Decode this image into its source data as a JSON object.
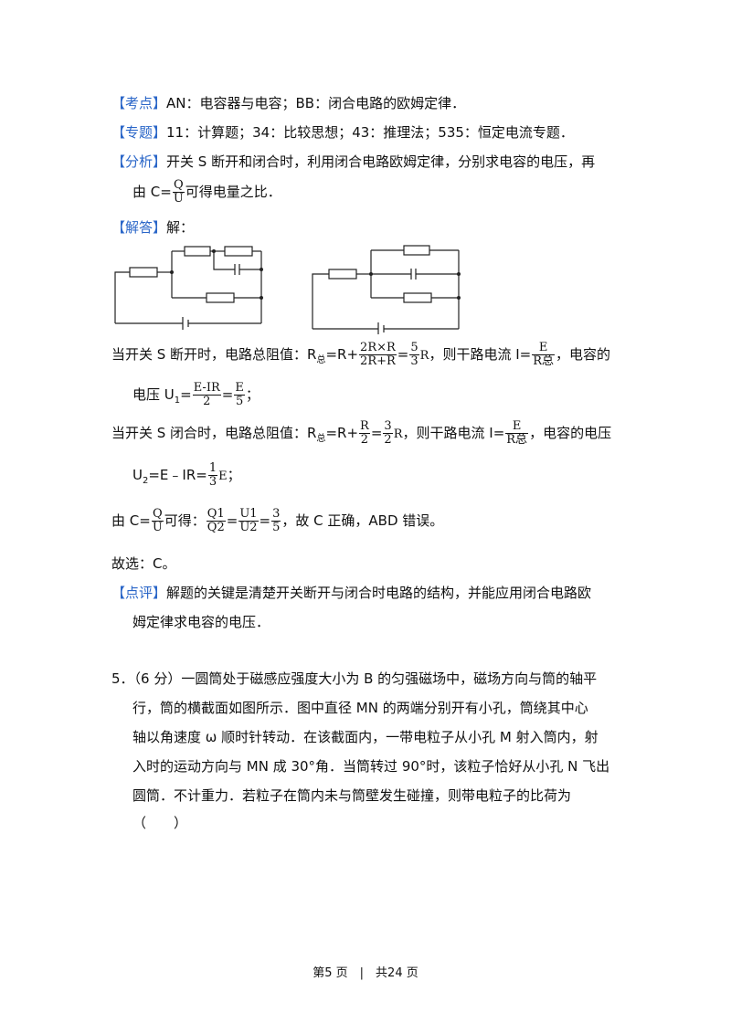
{
  "section1": {
    "kaodian_tag": "【考点】",
    "kaodian_text": "AN：电容器与电容；BB：闭合电路的欧姆定律．",
    "zhuanti_tag": "【专题】",
    "zhuanti_text": "11：计算题；34：比较思想；43：推理法；535：恒定电流专题．",
    "fenxi_tag": "【分析】",
    "fenxi_text": "开关 S 断开和闭合时，利用闭合电路欧姆定律，分别求电容的电压，再",
    "fenxi_line2_pre": "由 C=",
    "fenxi_frac_num": "Q",
    "fenxi_frac_den": "U",
    "fenxi_line2_post": "可得电量之比．",
    "jieda_tag": "【解答】",
    "jieda_text": "解：",
    "open_pre": "当开关 S 断开时，电路总阻值：R",
    "open_sub": "总",
    "open_eq1": "=R+",
    "open_frac1_num": "2R×R",
    "open_frac1_den": "2R+R",
    "open_eq2": "=",
    "open_frac2_num": "5",
    "open_frac2_den": "3",
    "open_r": "R",
    "open_mid": "，则干路电流 I=",
    "open_frac3_num": "E",
    "open_frac3_den": "R总",
    "open_post": "，电容的",
    "open2_pre": "电压 U",
    "open2_sub": "1",
    "open2_eq": "=",
    "open2_frac1_num": "E-IR",
    "open2_frac1_den": "2",
    "open2_eq2": "=",
    "open2_frac2_num": "E",
    "open2_frac2_den": "5",
    "open2_post": "；",
    "close_pre": "当开关 S 闭合时，电路总阻值：R",
    "close_sub": "总",
    "close_eq1": "=R+",
    "close_frac1_num": "R",
    "close_frac1_den": "2",
    "close_eq2": "=",
    "close_frac2_num": "3",
    "close_frac2_den": "2",
    "close_r": "R",
    "close_mid": "，则干路电流 I=",
    "close_frac3_num": "E",
    "close_frac3_den": "R总",
    "close_post": "，电容的电压",
    "close2_pre": "U",
    "close2_sub": "2",
    "close2_eq": "=E﹣IR=",
    "close2_frac_num": "1",
    "close2_frac_den": "3",
    "close2_e": "E",
    "close2_post": "；",
    "ratio_pre": "由 C=",
    "ratio_frac1_num": "Q",
    "ratio_frac1_den": "U",
    "ratio_mid": "可得：",
    "ratio_q_num": "Q1",
    "ratio_q_den": "Q2",
    "ratio_eq": "=",
    "ratio_u_num": "U1",
    "ratio_u_den": "U2",
    "ratio_eq2": "=",
    "ratio_v_num": "3",
    "ratio_v_den": "5",
    "ratio_post": "，故 C 正确，ABD 错误。",
    "answer": "故选：C。",
    "dianping_tag": "【点评】",
    "dianping_text": "解题的关键是清楚开关断开与闭合时电路的结构，并能应用闭合电路欧",
    "dianping_text2": "姆定律求电容的电压．"
  },
  "question5": {
    "line1": "5．（6 分）一圆筒处于磁感应强度大小为 B 的匀强磁场中，磁场方向与筒的轴平",
    "line2": "行，筒的横截面如图所示．图中直径 MN 的两端分别开有小孔，筒绕其中心",
    "line3": "轴以角速度 ω 顺时针转动．在该截面内，一带电粒子从小孔 M 射入筒内，射",
    "line4": "入时的运动方向与 MN 成 30°角．当筒转过 90°时，该粒子恰好从小孔 N 飞出",
    "line5": "圆筒．不计重力．若粒子在筒内未与筒壁发生碰撞，则带电粒子的比荷为",
    "line6": "（　　）"
  },
  "footer": {
    "text": "第5 页　|　共24 页"
  }
}
